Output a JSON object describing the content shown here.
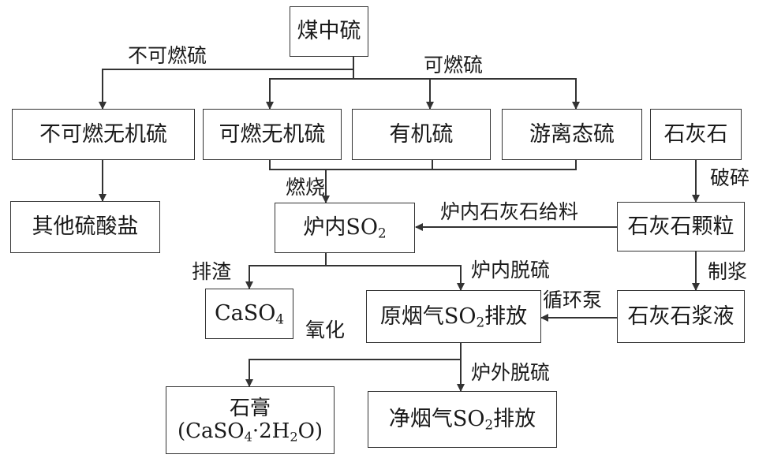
{
  "nodes": {
    "coal_sulfur": "煤中硫",
    "noncomb_inorganic": "不可燃无机硫",
    "comb_inorganic": "可燃无机硫",
    "organic": "有机硫",
    "free_sulfur": "游离态硫",
    "limestone": "石灰石",
    "other_sulfates": "其他硫酸盐",
    "furnace_so2": {
      "text": "炉内SO",
      "sub": "2"
    },
    "limestone_particles": "石灰石颗粒",
    "caso4": {
      "text": "CaSO",
      "sub": "4"
    },
    "raw_flue_gas": {
      "pre": "原烟气SO",
      "sub": "2",
      "post": "排放"
    },
    "limestone_slurry": "石灰石浆液",
    "gypsum": {
      "line1": "石膏",
      "pre": "(CaSO",
      "sub1": "4",
      "mid": "·2H",
      "sub2": "2",
      "post": "O)"
    },
    "clean_flue_gas": {
      "pre": "净烟气SO",
      "sub": "2",
      "post": "排放"
    }
  },
  "edge_labels": {
    "non_combustible": "不可燃硫",
    "combustible": "可燃硫",
    "combustion": "燃烧",
    "crush": "破碎",
    "furnace_feed": "炉内石灰石给料",
    "slag": "排渣",
    "in_furnace_desulf": "炉内脱硫",
    "slurry_make": "制浆",
    "circ_pump": "循环泵",
    "oxidation": "氧化",
    "ex_furnace_desulf": "炉外脱硫"
  },
  "colors": {
    "line": "#333333",
    "text": "#1a1a1a"
  }
}
